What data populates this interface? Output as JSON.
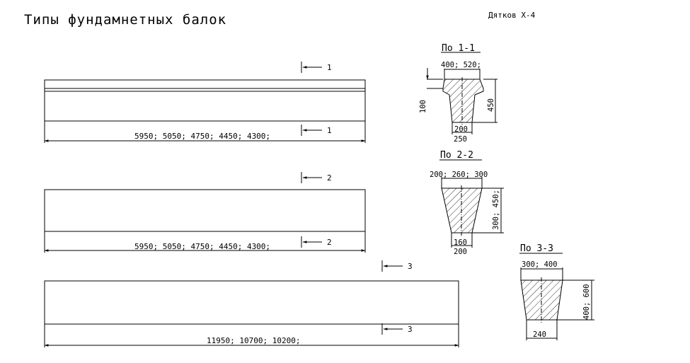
{
  "title": "Типы фундамнетных балок",
  "author": "Дятков Х-4",
  "beams": [
    {
      "cut_label": "1",
      "dimension": "5950; 5050; 4750; 4450; 4300;"
    },
    {
      "cut_label": "2",
      "dimension": "5950; 5050; 4750; 4450; 4300;"
    },
    {
      "cut_label": "3",
      "dimension": "11950; 10700; 10200;"
    }
  ],
  "sections": [
    {
      "heading": "По 1-1",
      "top_dim": "400; 520;",
      "left_dim": "100",
      "right_dim": "450",
      "bottom_dim_inner": "200",
      "bottom_dim_outer": "250"
    },
    {
      "heading": "По 2-2",
      "top_dim": "200; 260; 300",
      "right_dim": "300; 450;",
      "bottom_dim_inner": "160",
      "bottom_dim_outer": "200"
    },
    {
      "heading": "По 3-3",
      "top_dim": "300; 400",
      "right_dim": "400; 600",
      "bottom_dim_inner": "240"
    }
  ],
  "colors": {
    "line": "#000000",
    "background": "#ffffff"
  }
}
